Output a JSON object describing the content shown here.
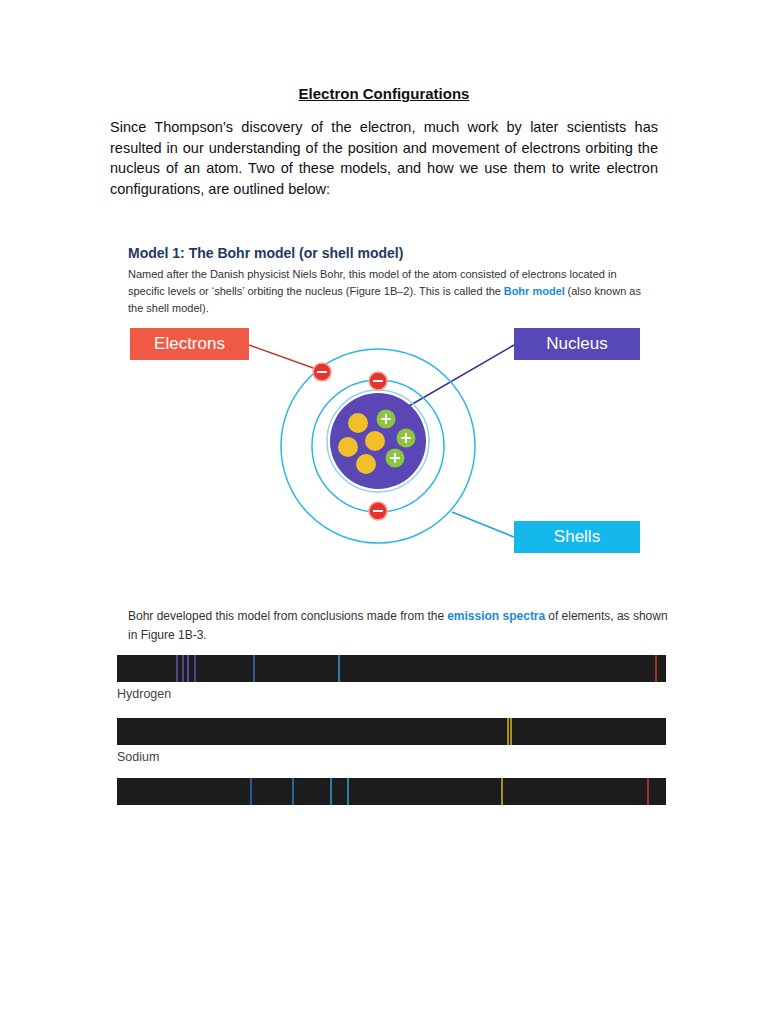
{
  "diagram": {
    "title": "Electron Configurations",
    "nodes": [
      {
        "text": [
          "Electrons"
        ]
      },
      {
        "text": [
          "Nucleus"
        ]
      },
      {
        "text": [
          "Shells"
        ]
      }
    ],
    "labels": [
      "Since Thompson’s discovery of the electron, much work by later scientists has resulted in our understanding of the position and movement of electrons orbiting the nucleus of an atom. Two of these models, and how we use them to write electron configurations, are outlined below:",
      "Model 1: The Bohr model (or shell model)",
      "Named after the Danish physicist Niels Bohr, this model of the atom consisted of electrons located in specific levels or ‘shells’ orbiting the nucleus (Figure 1B–2). This is called the",
      "Bohr model",
      "(also known as the shell model).",
      "Bohr developed this model from conclusions made from the",
      "emission spectra",
      "of elements, as shown in Figure 1B-3.",
      "Hydrogen",
      "Sodium"
    ]
  }
}
